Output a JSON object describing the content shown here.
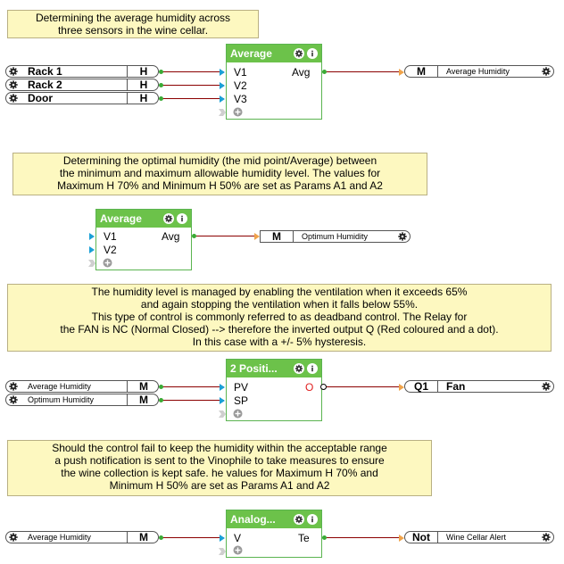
{
  "notes": {
    "n1": [
      "Determining the average humidity across",
      "three sensors in the wine cellar."
    ],
    "n2": [
      "Determining the optimal humidity (the mid point/Average) between",
      "the minimum and maximum allowable humidity level. The values for",
      "Maximum H 70% and Minimum H 50% are set as Params A1 and A2"
    ],
    "n3": [
      "The humidity level is managed by enabling the ventilation when it exceeds 65%",
      "and again stopping the ventilation when it falls below 55%.",
      "This type of control is commonly referred to as deadband control. The Relay for",
      "the FAN is NC (Normal Closed) --> therefore the inverted output Q (Red coloured and a dot).",
      "In this case with a +/- 5% hysteresis."
    ],
    "n4": [
      "Should the control fail to keep the humidity within the acceptable range",
      "a push notification is sent to the Vinophile to take measures to ensure",
      "the wine collection is kept safe. he values for Maximum H 70% and",
      "Minimum H 50% are set as Params A1 and A2"
    ]
  },
  "inputs": {
    "rack1": {
      "name": "Rack 1",
      "letter": "H"
    },
    "rack2": {
      "name": "Rack 2",
      "letter": "H"
    },
    "door": {
      "name": "Door",
      "letter": "H"
    },
    "avg_hum_1": {
      "name": "Average Humidity",
      "letter": "M"
    },
    "opt_hum_1": {
      "name": "Optimum Humidity",
      "letter": "M"
    },
    "avg_hum_2": {
      "name": "Average Humidity",
      "letter": "M"
    }
  },
  "outputs": {
    "avg_out": {
      "letter": "M",
      "name": "Average Humidity"
    },
    "opt_out": {
      "letter": "M",
      "name": "Optimum Humidity"
    },
    "fan": {
      "letter": "Q1",
      "name": "Fan"
    },
    "alert": {
      "letter": "Not",
      "name": "Wine Cellar Alert"
    }
  },
  "blocks": {
    "avg1": {
      "title": "Average",
      "inputs": [
        "V1",
        "V2",
        "V3"
      ],
      "output": "Avg"
    },
    "avg2": {
      "title": "Average",
      "inputs": [
        "V1",
        "V2"
      ],
      "output": "Avg"
    },
    "twopos": {
      "title": "2 Positi...",
      "inputs": [
        "PV",
        "SP"
      ],
      "output": "O"
    },
    "analog": {
      "title": "Analog...",
      "inputs": [
        "V"
      ],
      "output": "Te"
    }
  },
  "colors": {
    "block_header": "#6cc24a",
    "note_bg": "#fdf8c0",
    "wire": "#8b0000",
    "inverted_output": "#e02020"
  }
}
